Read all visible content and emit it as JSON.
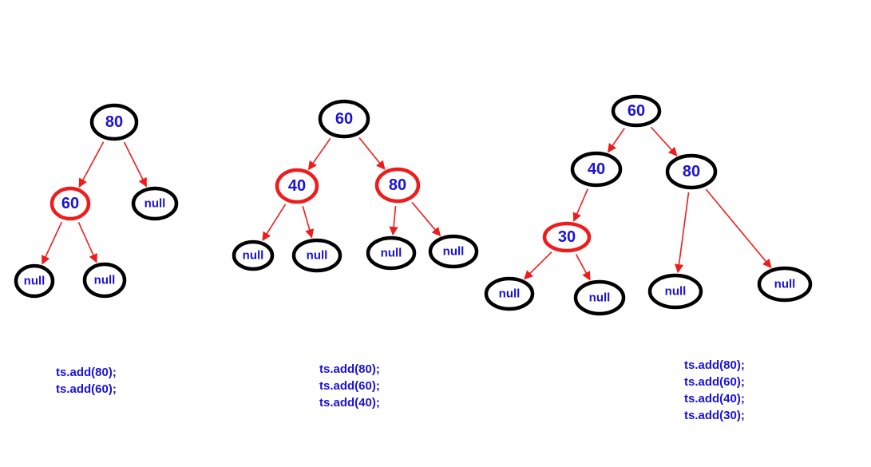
{
  "colors": {
    "node_stroke": "#000000",
    "highlight_stroke": "#ee1c1c",
    "arrow": "#ee1c1c",
    "text": "#1a12d6"
  },
  "trees": [
    {
      "nodes": [
        {
          "id": "80",
          "label": "80",
          "highlight": false
        },
        {
          "id": "60",
          "label": "60",
          "highlight": true
        },
        {
          "id": "n1",
          "label": "null",
          "highlight": false
        },
        {
          "id": "n2",
          "label": "null",
          "highlight": false
        },
        {
          "id": "n3",
          "label": "null",
          "highlight": false
        }
      ],
      "edges": [
        [
          "80",
          "60"
        ],
        [
          "80",
          "n1"
        ],
        [
          "60",
          "n2"
        ],
        [
          "60",
          "n3"
        ]
      ],
      "code": [
        "ts.add(80);",
        "ts.add(60);"
      ]
    },
    {
      "nodes": [
        {
          "id": "60",
          "label": "60",
          "highlight": false
        },
        {
          "id": "40",
          "label": "40",
          "highlight": true
        },
        {
          "id": "80",
          "label": "80",
          "highlight": true
        },
        {
          "id": "n1",
          "label": "null",
          "highlight": false
        },
        {
          "id": "n2",
          "label": "null",
          "highlight": false
        },
        {
          "id": "n3",
          "label": "null",
          "highlight": false
        },
        {
          "id": "n4",
          "label": "null",
          "highlight": false
        }
      ],
      "edges": [
        [
          "60",
          "40"
        ],
        [
          "60",
          "80"
        ],
        [
          "40",
          "n1"
        ],
        [
          "40",
          "n2"
        ],
        [
          "80",
          "n3"
        ],
        [
          "80",
          "n4"
        ]
      ],
      "code": [
        "ts.add(80);",
        "ts.add(60);",
        "ts.add(40);"
      ]
    },
    {
      "nodes": [
        {
          "id": "60",
          "label": "60",
          "highlight": false
        },
        {
          "id": "40",
          "label": "40",
          "highlight": false
        },
        {
          "id": "80",
          "label": "80",
          "highlight": false
        },
        {
          "id": "30",
          "label": "30",
          "highlight": true
        },
        {
          "id": "n1",
          "label": "null",
          "highlight": false
        },
        {
          "id": "n2",
          "label": "null",
          "highlight": false
        },
        {
          "id": "n3",
          "label": "null",
          "highlight": false
        },
        {
          "id": "n4",
          "label": "null",
          "highlight": false
        }
      ],
      "edges": [
        [
          "60",
          "40"
        ],
        [
          "60",
          "80"
        ],
        [
          "40",
          "30"
        ],
        [
          "30",
          "n1"
        ],
        [
          "30",
          "n2"
        ],
        [
          "80",
          "n3"
        ],
        [
          "80",
          "n4"
        ]
      ],
      "code": [
        "ts.add(80);",
        "ts.add(60);",
        "ts.add(40);",
        "ts.add(30);"
      ]
    }
  ]
}
